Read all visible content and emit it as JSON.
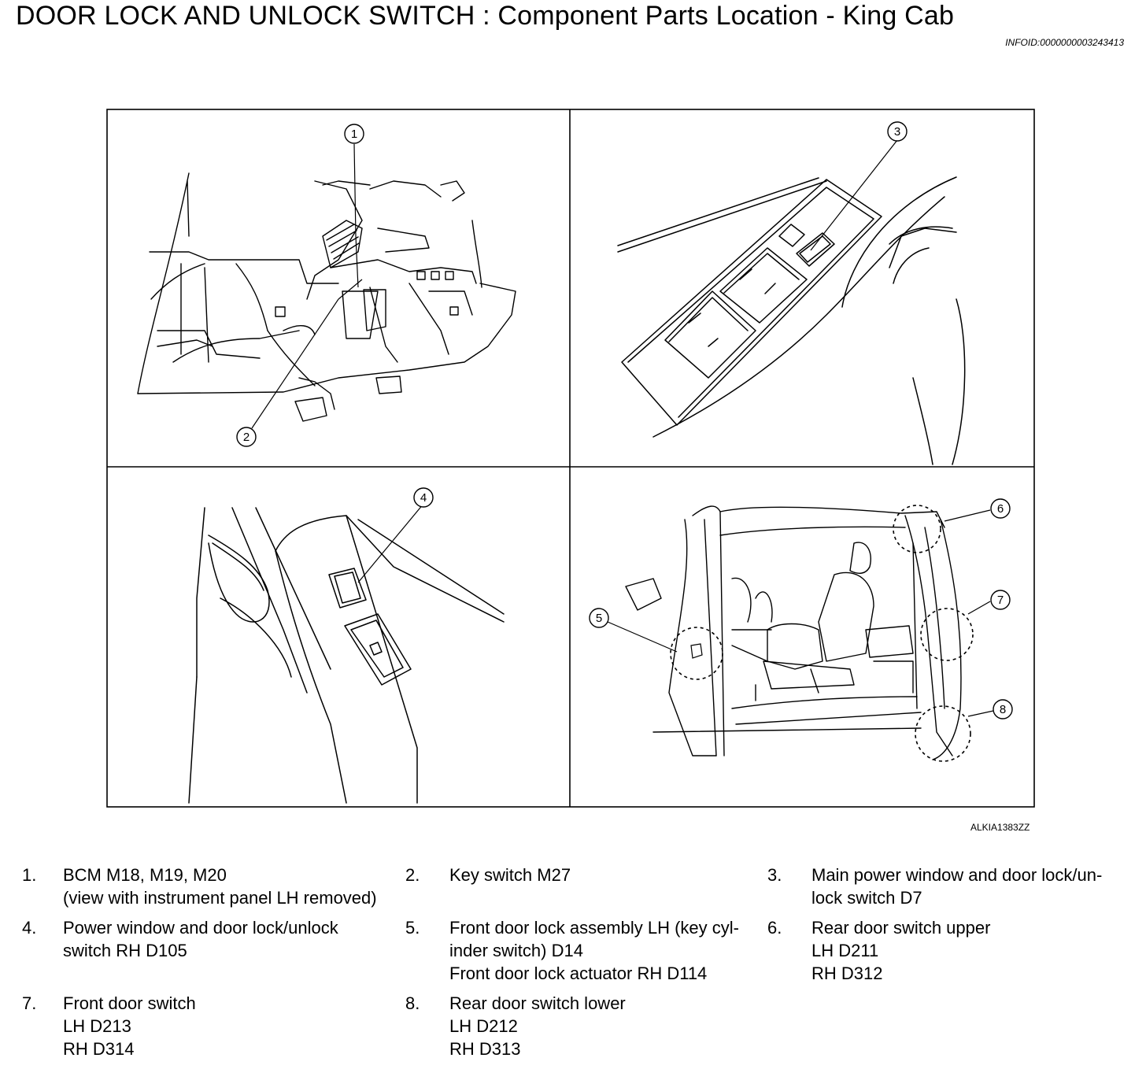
{
  "header": {
    "title": "DOOR LOCK AND UNLOCK SWITCH : Component Parts Location - King Cab",
    "info_id": "INFOID:0000000003243413"
  },
  "figure": {
    "code": "ALKIA1383ZZ",
    "callouts": [
      "1",
      "2",
      "3",
      "4",
      "5",
      "6",
      "7",
      "8"
    ]
  },
  "legend": {
    "items": [
      {
        "num": "1.",
        "lines": [
          "BCM M18, M19, M20",
          "(view with instrument panel LH removed)"
        ]
      },
      {
        "num": "2.",
        "lines": [
          "Key switch M27"
        ]
      },
      {
        "num": "3.",
        "lines": [
          "Main power window and door lock/un-",
          "lock switch D7"
        ]
      },
      {
        "num": "4.",
        "lines": [
          "Power window and door lock/unlock",
          "switch RH D105"
        ]
      },
      {
        "num": "5.",
        "lines": [
          "Front door lock assembly LH (key cyl-",
          "inder switch) D14",
          "Front door lock actuator RH D114"
        ]
      },
      {
        "num": "6.",
        "lines": [
          "Rear door switch upper",
          "LH D211",
          "RH D312"
        ]
      },
      {
        "num": "7.",
        "lines": [
          "Front door switch",
          "LH D213",
          "RH D314"
        ]
      },
      {
        "num": "8.",
        "lines": [
          "Rear door switch lower",
          "LH D212",
          "RH D313"
        ]
      }
    ]
  }
}
